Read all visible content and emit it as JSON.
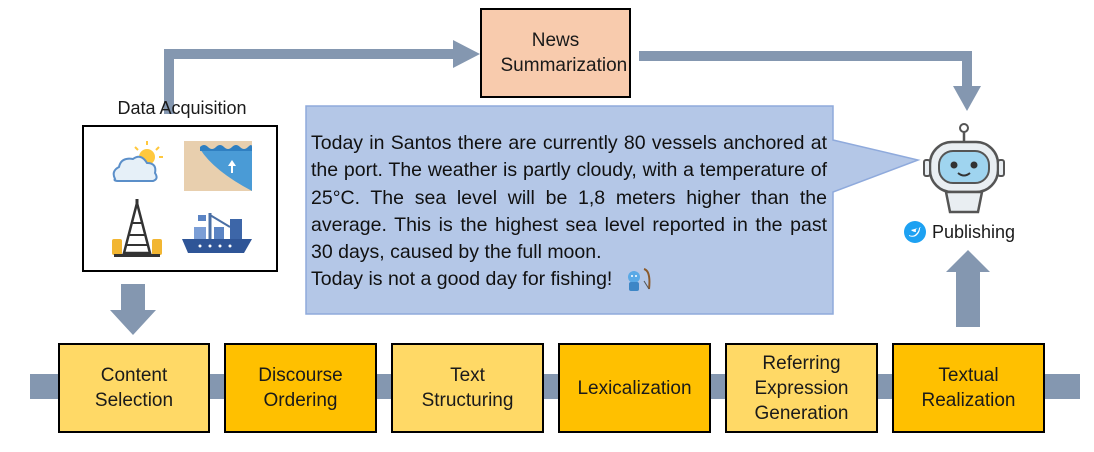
{
  "news_box": {
    "label": "News Summarization"
  },
  "data_acquisition": {
    "title": "Data Acquisition",
    "icons": [
      "weather-icon",
      "sea-level-icon",
      "oil-rig-icon",
      "cargo-ship-icon"
    ]
  },
  "speech_bubble": {
    "text": "Today in Santos there are currently 80 vessels anchored at the port. The weather is partly cloudy, with a temperature of 25°C. The sea level will be 1,8 meters higher than the average. This is the highest sea level reported in the past 30 days, caused by the full moon.",
    "last_line": "Today is not a good day for fishing!",
    "emoji_icon": "fishing-emoji-icon"
  },
  "publishing": {
    "label": "Publishing",
    "icon": "twitter-icon",
    "avatar_icon": "robot-icon"
  },
  "pipeline": {
    "stages": [
      {
        "label": "Content Selection",
        "color": "#ffd966"
      },
      {
        "label": "Discourse Ordering",
        "color": "#ffc000"
      },
      {
        "label": "Text Structuring",
        "color": "#ffd966"
      },
      {
        "label": "Lexicalization",
        "color": "#ffc000"
      },
      {
        "label": "Referring Expression Generation",
        "color": "#ffd966"
      },
      {
        "label": "Textual Realization",
        "color": "#ffc000"
      }
    ]
  },
  "colors": {
    "arrow": "#8497b0",
    "bubble": "#b4c7e7",
    "bubble_border": "#8faadc"
  }
}
